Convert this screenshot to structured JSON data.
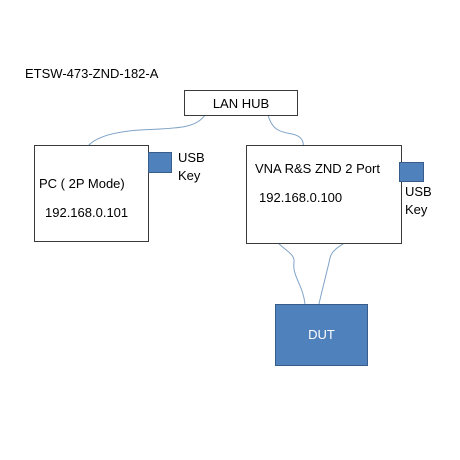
{
  "title": "ETSW-473-ZND-182-A",
  "lan_hub": {
    "label": "LAN HUB"
  },
  "pc": {
    "label": "PC ( 2P Mode)",
    "ip": "192.168.0.101",
    "usb_label_line1": "USB",
    "usb_label_line2": "Key"
  },
  "vna": {
    "label": "VNA  R&S  ZND  2 Port",
    "ip": "192.168.0.100",
    "usb_label_line1": "USB",
    "usb_label_line2": "Key"
  },
  "dut": {
    "label": "DUT"
  },
  "colors": {
    "usb_key_fill": "#4f81bd",
    "dut_fill": "#4f81bd",
    "cable": "#7fa3c7",
    "port": "#4f81bd"
  }
}
